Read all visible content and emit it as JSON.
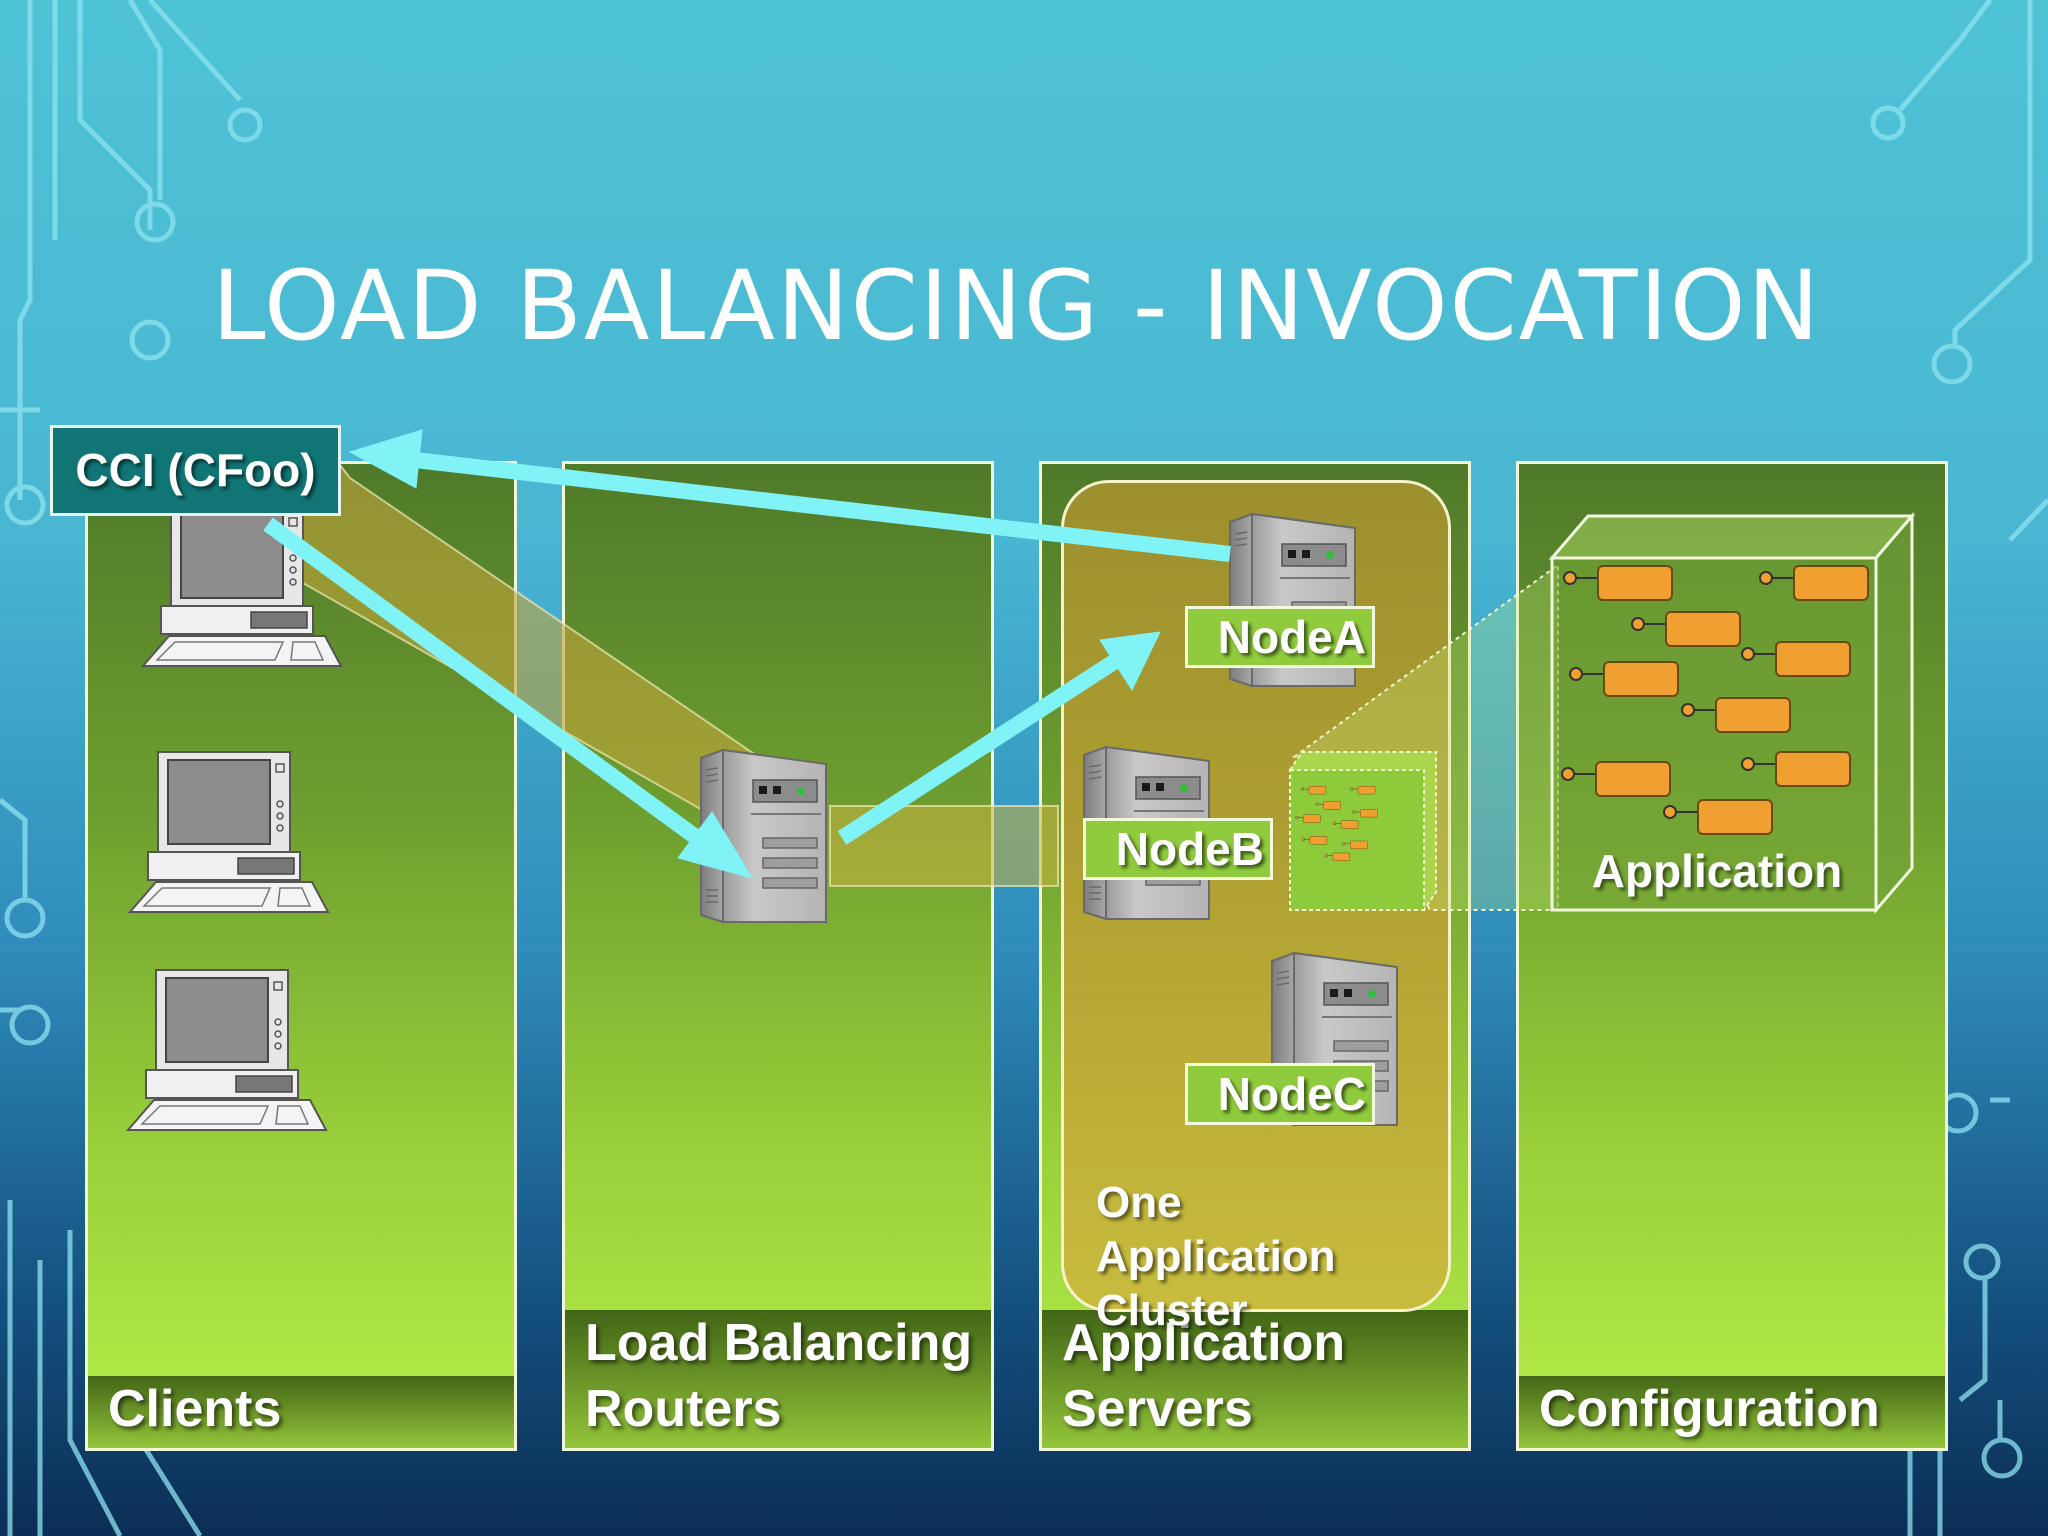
{
  "slide": {
    "title": "LOAD BALANCING - INVOCATION"
  },
  "columns": {
    "clients": "Clients",
    "routers_line1": "Load Balancing",
    "routers_line2": "Routers",
    "servers_line1": "Application",
    "servers_line2": "Servers",
    "configuration": "Configuration"
  },
  "client_label": "CCI (CFoo)",
  "nodes": {
    "a": "NodeA",
    "b": "NodeB",
    "c": "NodeC"
  },
  "cluster": {
    "line1": "One Application",
    "line2": "Cluster"
  },
  "application_label": "Application",
  "colors": {
    "arrow": "#7ff3f6",
    "panel_border": "#f1f6d8",
    "cci_box": "#117575",
    "node_label": "#8fcb3c",
    "component": "#f0a030"
  }
}
